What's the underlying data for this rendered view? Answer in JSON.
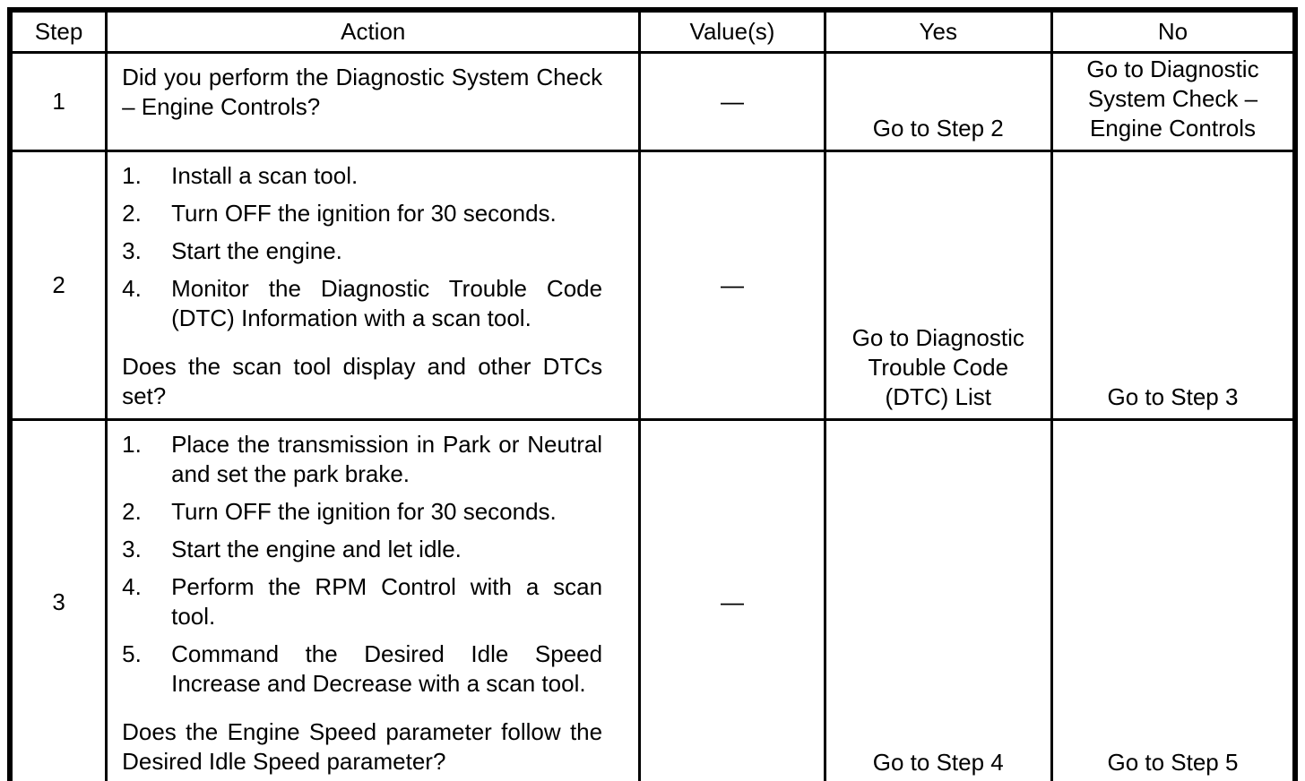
{
  "colors": {
    "border": "#000000",
    "text": "#000000",
    "background": "#ffffff"
  },
  "table": {
    "headers": {
      "step": "Step",
      "action": "Action",
      "values": "Value(s)",
      "yes": "Yes",
      "no": "No"
    },
    "rows": [
      {
        "step": "1",
        "question": "Did you perform the Diagnostic System Check – Engine Controls?",
        "value": "—",
        "yes": "Go to Step 2",
        "no": "Go to Diagnostic System Check – Engine Controls"
      },
      {
        "step": "2",
        "action_items": [
          "Install a scan tool.",
          "Turn OFF the ignition for 30 seconds.",
          "Start the engine.",
          "Monitor the Diagnostic Trouble Code (DTC) Information with a scan tool."
        ],
        "question": "Does the scan tool display and other DTCs set?",
        "value": "—",
        "yes": "Go to Diagnostic Trouble Code (DTC) List",
        "no": "Go to Step 3"
      },
      {
        "step": "3",
        "action_items": [
          "Place the transmission in Park or Neutral and set the park brake.",
          "Turn OFF the ignition for 30 seconds.",
          "Start the engine and let idle.",
          "Perform the RPM Control with a scan tool.",
          "Command the Desired Idle Speed Increase and Decrease with a scan tool."
        ],
        "question": "Does the Engine Speed parameter follow the Desired Idle Speed parameter?",
        "value": "—",
        "yes": "Go to Step 4",
        "no": "Go to Step 5"
      }
    ]
  }
}
